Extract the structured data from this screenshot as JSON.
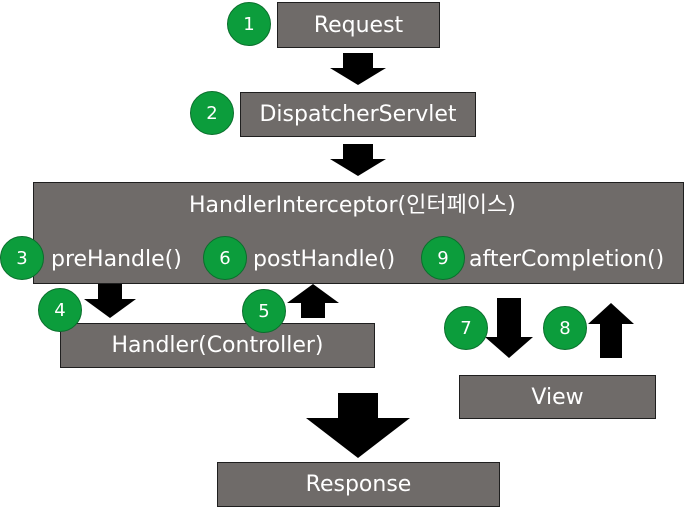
{
  "nodes": {
    "request": "Request",
    "dispatcher": "DispatcherServlet",
    "interceptor": "HandlerInterceptor(인터페이스)",
    "pre_handle": "preHandle()",
    "post_handle": "postHandle()",
    "after_completion": "afterCompletion()",
    "handler": "Handler(Controller)",
    "view": "View",
    "response": "Response"
  },
  "steps": [
    "1",
    "2",
    "3",
    "4",
    "5",
    "6",
    "7",
    "8",
    "9"
  ],
  "colors": {
    "box_fill": "#6f6b69",
    "badge_fill": "#0c9d3c",
    "arrow": "#000000"
  }
}
